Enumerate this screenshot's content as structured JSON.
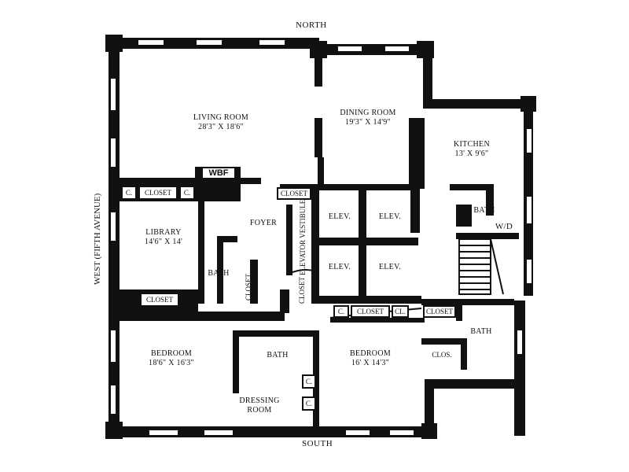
{
  "compass": {
    "north": "NORTH",
    "south": "SOUTH",
    "west": "WEST (FIFTH AVENUE)"
  },
  "rooms": {
    "living_room": {
      "name": "LIVING ROOM",
      "dims": "28'3\" X 18'6\""
    },
    "dining_room": {
      "name": "DINING ROOM",
      "dims": "19'3\" X 14'9\""
    },
    "kitchen": {
      "name": "KITCHEN",
      "dims": "13' X 9'6\""
    },
    "library": {
      "name": "LIBRARY",
      "dims": "14'6\" X 14'"
    },
    "foyer": {
      "name": "FOYER"
    },
    "bedroom_west": {
      "name": "BEDROOM",
      "dims": "18'6\" X 16'3\""
    },
    "bedroom_east": {
      "name": "BEDROOM",
      "dims": "16' X 14'3\""
    },
    "bath_library": "BATH",
    "bath_south": "BATH",
    "bath_kitchen": "BATH",
    "bath_southeast": "BATH",
    "dressing_room": {
      "line1": "DRESSING",
      "line2": "ROOM"
    },
    "wd": "W/D",
    "elevator_vestibule": "ELEVATOR VESTIBULE",
    "elev": "ELEV."
  },
  "fixtures": {
    "wbf": "WBF",
    "closet": "CLOSET",
    "c": "C.",
    "cl": "CL.",
    "clos": "CLOS."
  }
}
